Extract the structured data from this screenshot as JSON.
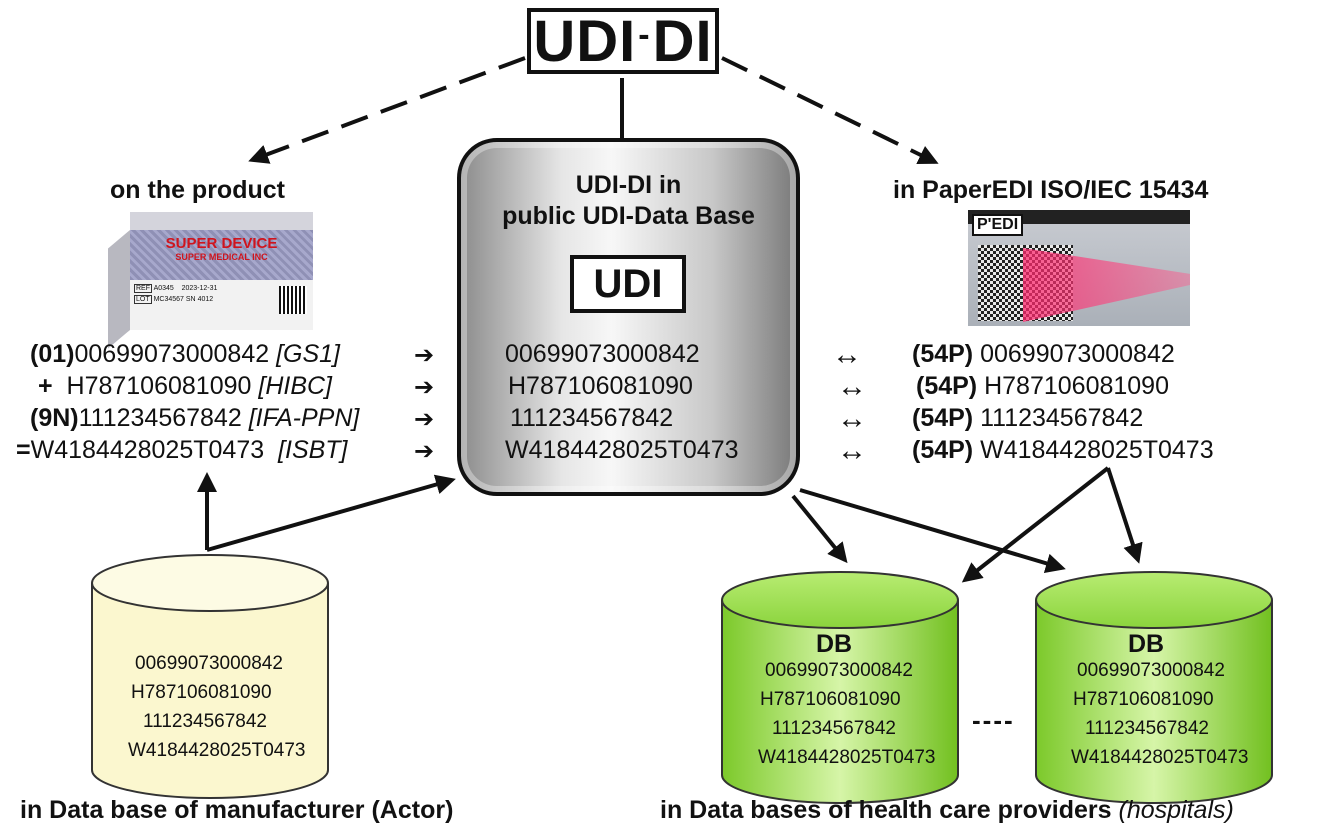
{
  "title": {
    "left": "UDI",
    "sep": "-",
    "right": "DI"
  },
  "headers": {
    "product": "on the product",
    "center_line1": "UDI-DI in",
    "center_line2": "public UDI-Data Base",
    "paperedi": "in PaperEDI ISO/IEC 15434"
  },
  "center_badge": "UDI",
  "product_box": {
    "brand": "SUPER DEVICE",
    "maker": "SUPER MEDICAL INC",
    "ref_label": "REF",
    "ref_value": "A0345",
    "date_value": "2023-12-31",
    "lot_label": "LOT",
    "lot_value": "MC34567",
    "sn_label": "SN",
    "sn_value": "4012"
  },
  "paperedi_image": {
    "label": "P'EDI"
  },
  "rows": [
    {
      "prefix": "(01)",
      "code": "00699073000842",
      "tag": "[GS1]",
      "center": "00699073000842",
      "right_prefix": "(54P)",
      "right_code": "00699073000842"
    },
    {
      "prefix": "+",
      "code": "H787106081090",
      "tag": "[HIBC]",
      "center": "H787106081090",
      "right_prefix": "(54P)",
      "right_code": "H787106081090"
    },
    {
      "prefix": "(9N)",
      "code": "111234567842",
      "tag": "[IFA-PPN]",
      "center": "111234567842",
      "right_prefix": "(54P)",
      "right_code": "111234567842"
    },
    {
      "prefix": "=",
      "code": "W4184428025T0473",
      "tag": "[ISBT]",
      "center": "W4184428025T0473",
      "right_prefix": "(54P)",
      "right_code": "W4184428025T0473"
    }
  ],
  "arrows": {
    "right": "➔",
    "both": "↔"
  },
  "manufacturer_db": {
    "values": [
      "00699073000842",
      "H787106081090",
      "111234567842",
      "W4184428025T0473"
    ]
  },
  "hospital_db_1": {
    "title": "DB",
    "values": [
      "00699073000842",
      "H787106081090",
      "111234567842",
      "W4184428025T0473"
    ]
  },
  "hospital_db_2": {
    "title": "DB",
    "values": [
      "00699073000842",
      "H787106081090",
      "111234567842",
      "W4184428025T0473"
    ]
  },
  "ellipsis": "----",
  "footers": {
    "manufacturer": "in Data base of manufacturer (Actor)",
    "hospitals": "in Data bases of health care providers",
    "hospitals_note": "(hospitals)"
  },
  "colors": {
    "manufacturer_db": "#fbf7cf",
    "hospital_db": "#9fe04a",
    "center_db": "#c8c8c8",
    "ink": "#111111"
  }
}
